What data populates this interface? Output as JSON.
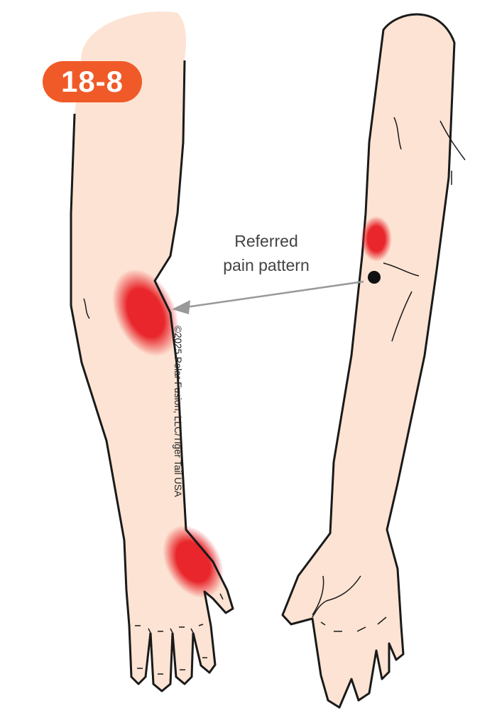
{
  "figure_number": "18-8",
  "annotation": {
    "line1": "Referred",
    "line2": "pain pattern"
  },
  "copyright": "©2025 Polar Fusion, LLC/Tiger Tail USA",
  "colors": {
    "badge": "#f05a28",
    "skin": "#fde3d3",
    "pain": "#e8262b",
    "arrow": "#999999",
    "outline": "#1a1a1a"
  }
}
